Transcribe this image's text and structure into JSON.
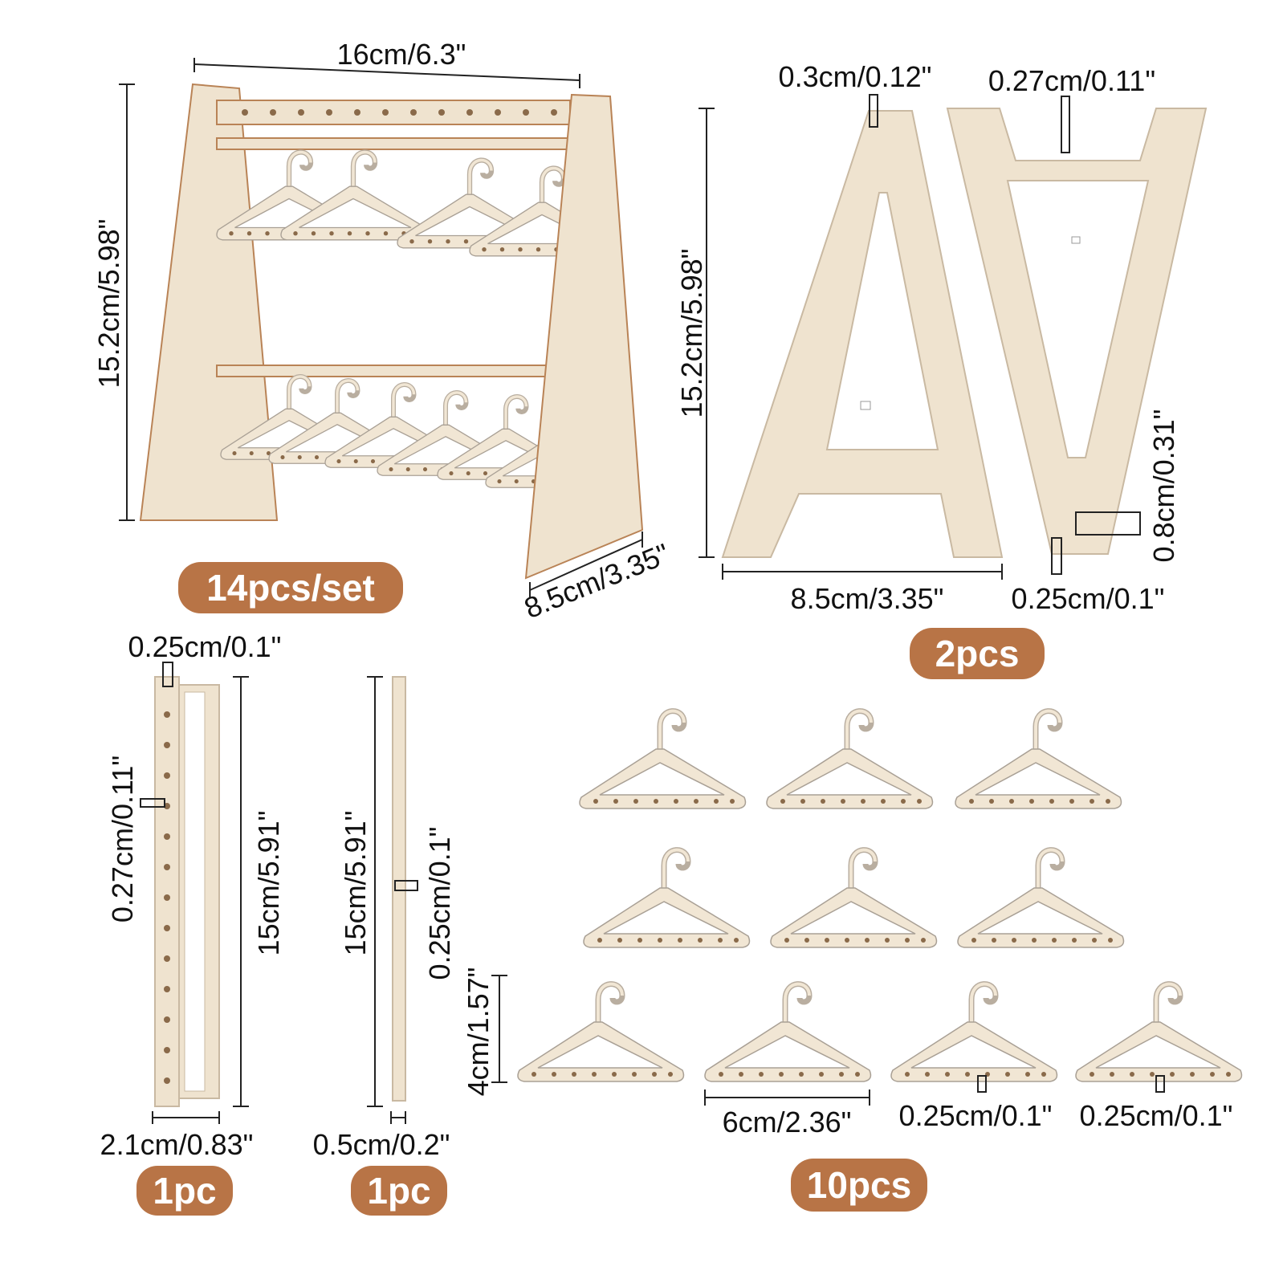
{
  "colors": {
    "badge": "#b87446",
    "wood": "#efe3cf",
    "edge": "#b98356"
  },
  "assembled": {
    "width_label": "16cm/6.3\"",
    "height_label": "15.2cm/5.98\"",
    "depth_label": "8.5cm/3.35\"",
    "badge": "14pcs/set"
  },
  "side_panels": {
    "slot_label": "0.3cm/0.12\"",
    "hole_label": "0.27cm/0.11\"",
    "height_label": "15.2cm/5.98\"",
    "slot_height_label": "0.8cm/0.31\"",
    "width_label": "8.5cm/3.35\"",
    "thickness_label": "0.25cm/0.1\"",
    "badge": "2pcs"
  },
  "top_bar": {
    "thickness_label": "0.25cm/0.1\"",
    "hole_label": "0.27cm/0.11\"",
    "length_label": "15cm/5.91\"",
    "width_label": "2.1cm/0.83\"",
    "badge": "1pc"
  },
  "rod": {
    "length_label": "15cm/5.91\"",
    "thickness_label": "0.25cm/0.1\"",
    "width_label": "0.5cm/0.2\"",
    "badge": "1pc"
  },
  "hangers": {
    "height_label": "4cm/1.57\"",
    "width_label": "6cm/2.36\"",
    "thickness_label_1": "0.25cm/0.1\"",
    "thickness_label_2": "0.25cm/0.1\"",
    "badge": "10pcs"
  }
}
